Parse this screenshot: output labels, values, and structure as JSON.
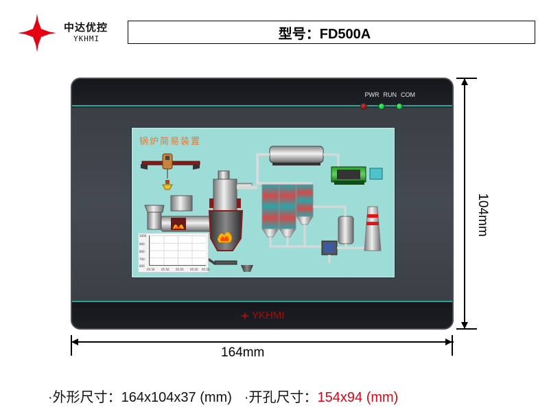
{
  "header": {
    "brand_cn": "中达优控",
    "brand_en": "YKHMI",
    "model_label": "型号：FD500A",
    "logo_color": "#e60012"
  },
  "device": {
    "indicators": [
      {
        "label": "PWR",
        "color": "#8b0f0f"
      },
      {
        "label": "RUN",
        "color": "#17a64a"
      },
      {
        "label": "COM",
        "color": "#17a64a"
      }
    ],
    "bezel_brand": "YKHMI",
    "accent_line_color": "#2aa394",
    "screen": {
      "title": "锅炉简易装置",
      "background": "#9edcd8",
      "mini_chart": {
        "y_ticks": [
          "1000",
          "900",
          "800",
          "700",
          "600"
        ],
        "x_ticks": [
          "05:50",
          "05:50",
          "05:50",
          "05:50",
          "05:50"
        ]
      }
    }
  },
  "dimensions": {
    "width_label": "164mm",
    "height_label": "104mm"
  },
  "specs": {
    "outer_label": "·外形尺寸：",
    "outer_value": "164x104x37 (mm)",
    "cutout_label": "·开孔尺寸：",
    "cutout_value": "154x94 (mm)",
    "cutout_color": "#e60012"
  }
}
